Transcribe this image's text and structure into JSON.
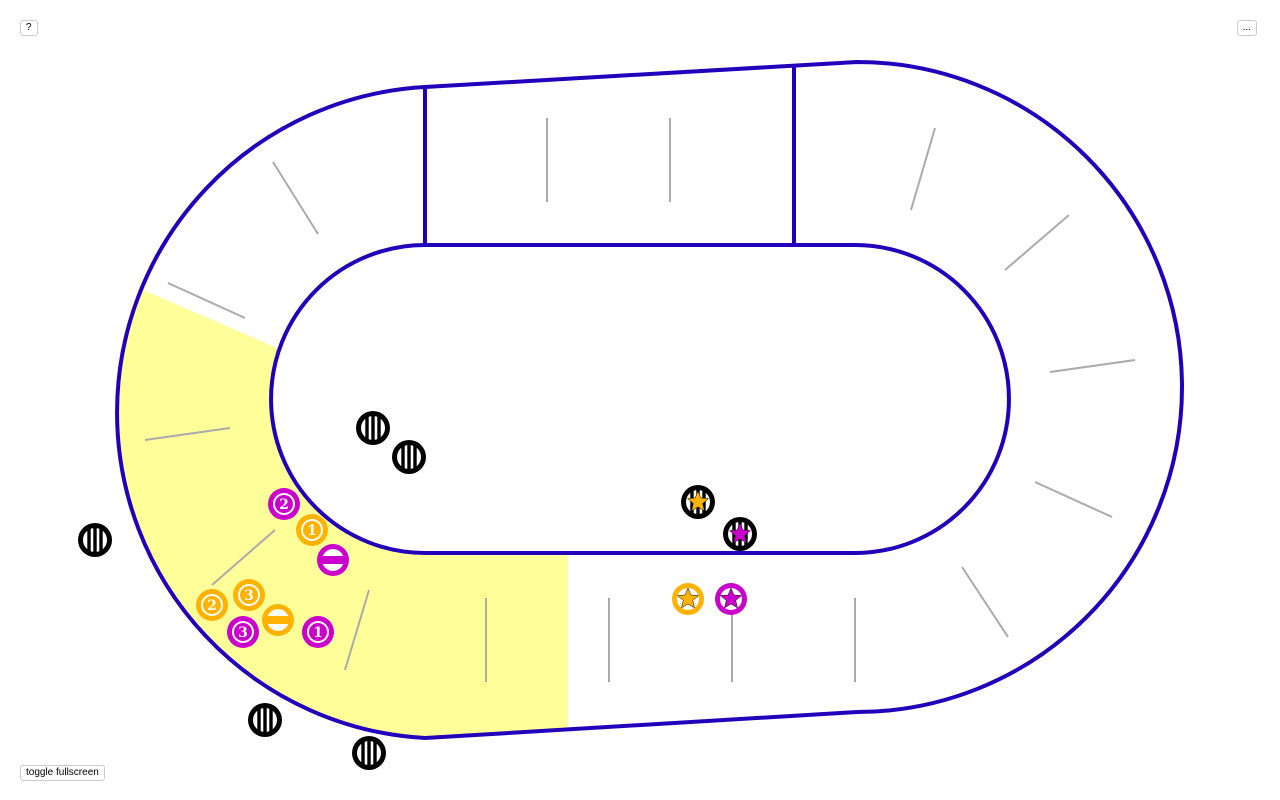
{
  "buttons": {
    "help": "?",
    "more": "...",
    "fullscreen": "toggle fullscreen"
  },
  "colors": {
    "track": "#2200bb",
    "highlight": "#ffff99",
    "orange": "#ffb300",
    "magenta": "#cc00cc",
    "tick": "#aaaaaa",
    "neutral": "#000000"
  },
  "tokens": [
    {
      "type": "striped",
      "color": "neutral",
      "icon": "striped-token-icon"
    },
    {
      "type": "striped",
      "color": "neutral",
      "icon": "striped-token-icon"
    },
    {
      "type": "striped",
      "color": "neutral",
      "icon": "striped-token-icon"
    },
    {
      "type": "striped",
      "color": "neutral",
      "icon": "striped-token-icon"
    },
    {
      "type": "striped",
      "color": "neutral",
      "icon": "striped-token-icon"
    },
    {
      "type": "striped-star",
      "color": "orange",
      "icon": "star-icon"
    },
    {
      "type": "striped-star",
      "color": "magenta",
      "icon": "star-icon"
    },
    {
      "type": "star",
      "color": "orange",
      "icon": "star-icon"
    },
    {
      "type": "star",
      "color": "magenta",
      "icon": "star-icon"
    },
    {
      "type": "number",
      "color": "magenta",
      "label": "2"
    },
    {
      "type": "number",
      "color": "orange",
      "label": "1"
    },
    {
      "type": "minus",
      "color": "magenta",
      "icon": "minus-icon"
    },
    {
      "type": "number",
      "color": "orange",
      "label": "2"
    },
    {
      "type": "number",
      "color": "orange",
      "label": "3"
    },
    {
      "type": "minus",
      "color": "orange",
      "icon": "minus-icon"
    },
    {
      "type": "number",
      "color": "magenta",
      "label": "3"
    },
    {
      "type": "number",
      "color": "magenta",
      "label": "1"
    }
  ]
}
